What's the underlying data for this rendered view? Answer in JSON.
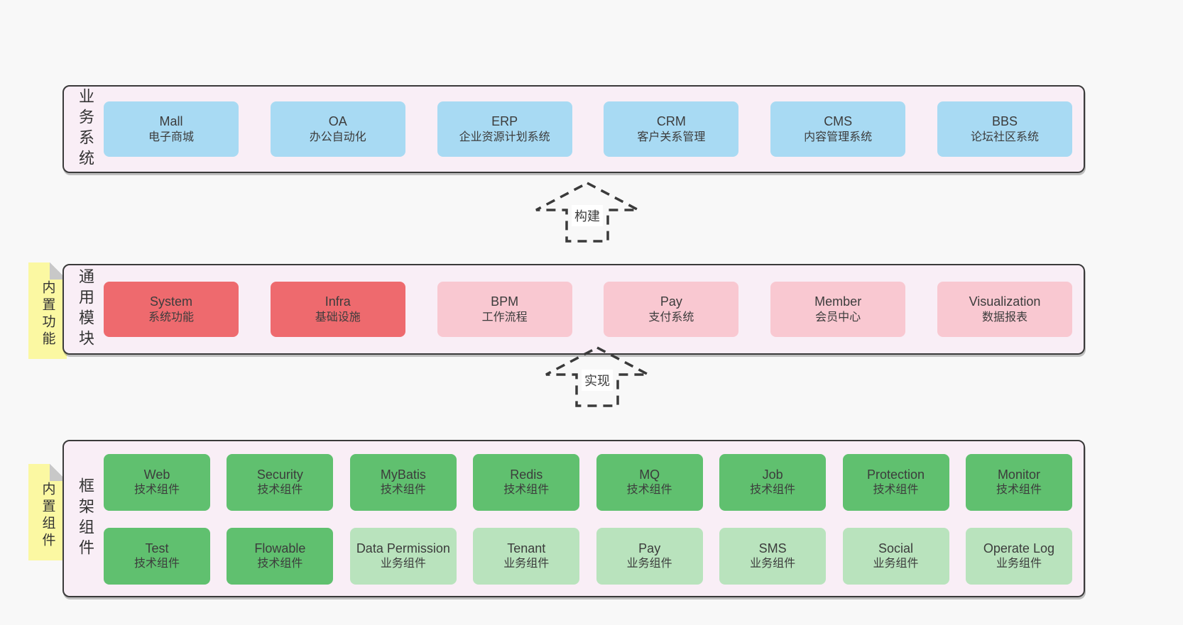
{
  "colors": {
    "page-bg": "#f8f8f8",
    "panel-bg": "#f9eef6",
    "line": "#3a3a3a",
    "blue": "#a8daf3",
    "red": "#ee6a6e",
    "pink": "#f9c8d1",
    "green": "#60c06f",
    "green-light": "#b9e3bd",
    "note-yellow": "#fbf8a2",
    "fold-gray": "#c8c8c8"
  },
  "arrows": {
    "build": "构建",
    "implement": "实现"
  },
  "layers": {
    "business": {
      "side_label": "业务系统",
      "boxes": [
        {
          "name": "Mall",
          "desc": "电子商城"
        },
        {
          "name": "OA",
          "desc": "办公自动化"
        },
        {
          "name": "ERP",
          "desc": "企业资源计划系统"
        },
        {
          "name": "CRM",
          "desc": "客户关系管理"
        },
        {
          "name": "CMS",
          "desc": "内容管理系统"
        },
        {
          "name": "BBS",
          "desc": "论坛社区系统"
        }
      ]
    },
    "modules": {
      "side_label": "通用模块",
      "note": "内置功能",
      "boxes": [
        {
          "name": "System",
          "desc": "系统功能"
        },
        {
          "name": "Infra",
          "desc": "基础设施"
        },
        {
          "name": "BPM",
          "desc": "工作流程"
        },
        {
          "name": "Pay",
          "desc": "支付系统"
        },
        {
          "name": "Member",
          "desc": "会员中心"
        },
        {
          "name": "Visualization",
          "desc": "数据报表"
        }
      ]
    },
    "components": {
      "side_label": "框架组件",
      "note": "内置组件",
      "row1": [
        {
          "name": "Web",
          "desc": "技术组件"
        },
        {
          "name": "Security",
          "desc": "技术组件"
        },
        {
          "name": "MyBatis",
          "desc": "技术组件"
        },
        {
          "name": "Redis",
          "desc": "技术组件"
        },
        {
          "name": "MQ",
          "desc": "技术组件"
        },
        {
          "name": "Job",
          "desc": "技术组件"
        },
        {
          "name": "Protection",
          "desc": "技术组件"
        },
        {
          "name": "Monitor",
          "desc": "技术组件"
        }
      ],
      "row2": [
        {
          "name": "Test",
          "desc": "技术组件"
        },
        {
          "name": "Flowable",
          "desc": "技术组件"
        },
        {
          "name": "Data Permission",
          "desc": "业务组件"
        },
        {
          "name": "Tenant",
          "desc": "业务组件"
        },
        {
          "name": "Pay",
          "desc": "业务组件"
        },
        {
          "name": "SMS",
          "desc": "业务组件"
        },
        {
          "name": "Social",
          "desc": "业务组件"
        },
        {
          "name": "Operate Log",
          "desc": "业务组件"
        }
      ]
    }
  }
}
